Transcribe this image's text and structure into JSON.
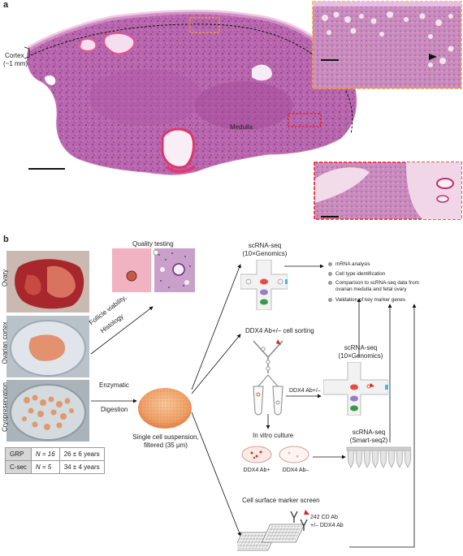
{
  "panel_a": {
    "label": "a",
    "cortex_label": "Cortex",
    "cortex_sub": "(~1 mm)",
    "medulla_label": "Medulla"
  },
  "panel_b": {
    "label": "b",
    "quality_testing": "Quality testing",
    "samples": [
      "Ovary",
      "Ovarian cortex",
      "Cryopreservation"
    ],
    "follicle_viability": "Follicle viability,",
    "histology": "Histology",
    "enzymatic": "Enzymatic",
    "digestion": "Digestion",
    "suspension_line1": "Single cell suspension,",
    "suspension_line2": "filtered (35 μm)",
    "cohort": [
      {
        "group": "GRP",
        "n": "N = 16",
        "age": "26 ± 6 years"
      },
      {
        "group": "C-sec",
        "n": "N = 5",
        "age": "34 ± 4 years"
      }
    ],
    "scrna_top": "scRNA-seq",
    "scrna_top_sub": "(10×Genomics)",
    "results": [
      "mRNA analysis",
      "Cell type identification",
      "Comparison to scRNA-seq data from ovarian medulla and fetal ovary",
      "Validation of key marker genes"
    ],
    "ddx4_sorting": "DDX4 Ab+/– cell sorting",
    "ddx4_arrow": "DDX4 Ab+/–",
    "scrna_mid": "scRNA-seq",
    "scrna_mid_sub": "(10×Genomics)",
    "in_vitro": "In vitro culture",
    "ddx4_pos": "DDX4 Ab+",
    "ddx4_neg": "DDX4 Ab–",
    "scrna_smart": "scRNA-seq",
    "scrna_smart_sub": "(Smart-seq2)",
    "surface_screen": "Cell surface marker screen",
    "cd_ab": "242 CD Ab",
    "ddx4_ab": "+/– DDX4 Ab"
  }
}
